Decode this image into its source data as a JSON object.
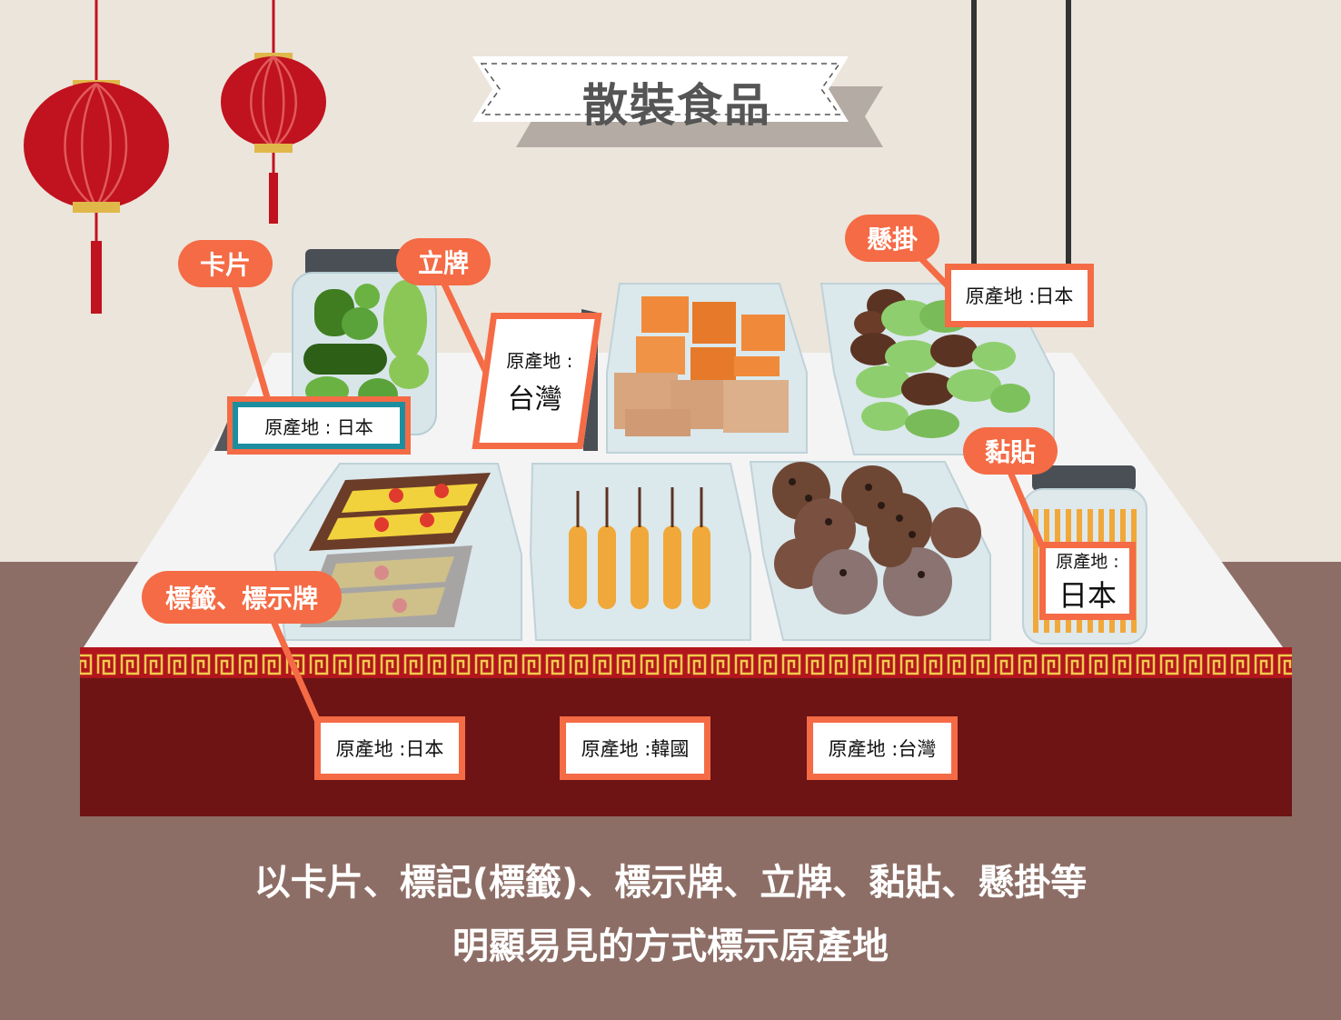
{
  "title": "散裝食品",
  "callouts": {
    "card": "卡片",
    "stand": "立牌",
    "hang": "懸掛",
    "sticker": "黏貼",
    "label_sign": "標籤、標示牌"
  },
  "labels": {
    "card_label": "原產地 : 日本",
    "stand_line1": "原產地 :",
    "stand_line2": "台灣",
    "hang_label": "原產地 :日本",
    "sticker_line1": "原產地 :",
    "sticker_line2": "日本",
    "front_1": "原產地 :日本",
    "front_2": "原產地 :韓國",
    "front_3": "原產地 :台灣"
  },
  "caption": {
    "line1": "以卡片、標記(標籤)、標示牌、立牌、黏貼、懸掛等",
    "line2": "明顯易見的方式標示原產地"
  },
  "colors": {
    "wall": "#ece5dc",
    "floor": "#8d6e66",
    "counter_front": "#6e1414",
    "pattern_strip": "#b2161d",
    "callout": "#f46b45",
    "lantern": "#c1121f",
    "teal_border": "#1d8ea0"
  }
}
